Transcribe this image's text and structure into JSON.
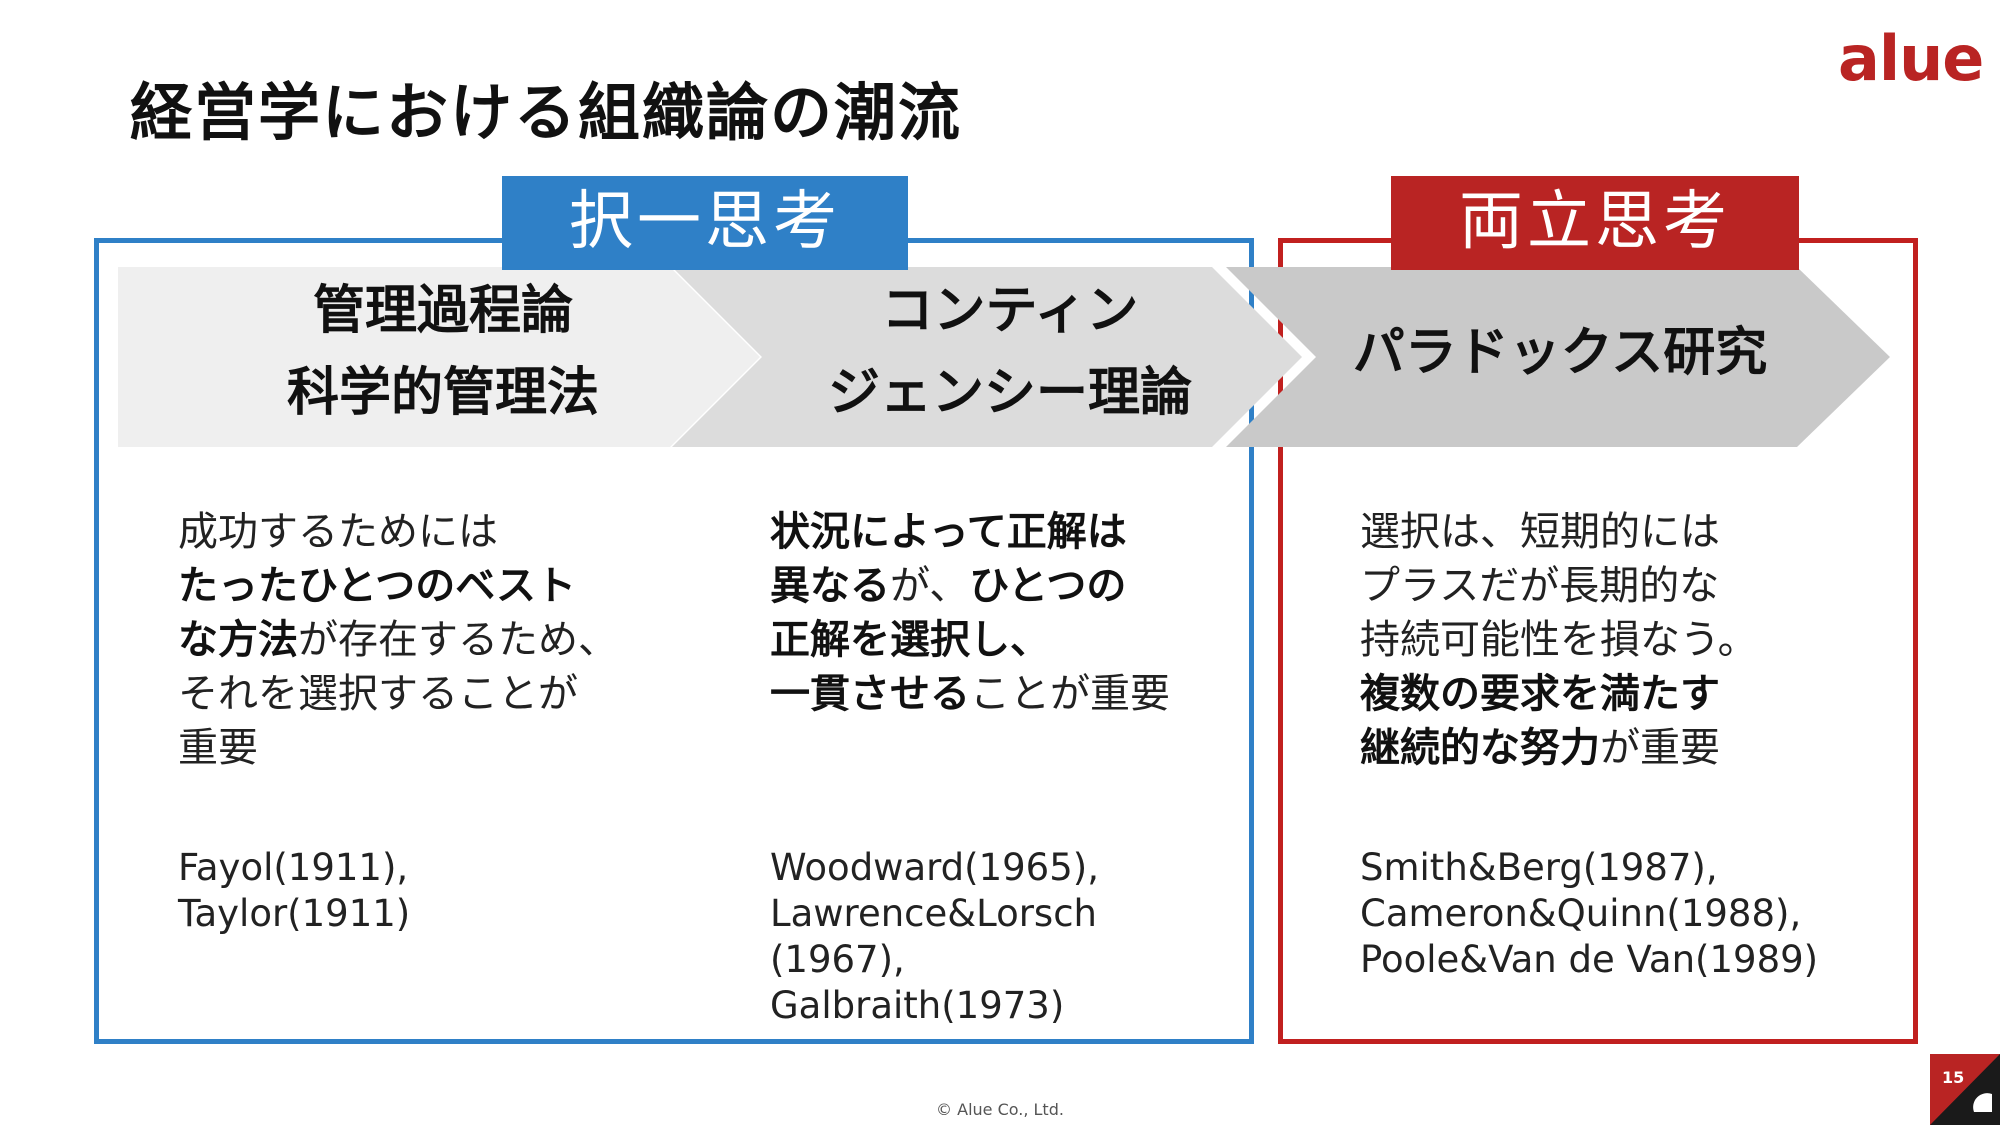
{
  "slide": {
    "title": "経営学における組織論の潮流",
    "logo": "alue",
    "brand_color": "#b92423",
    "accent_blue": "#2f80c7",
    "footer": "© Alue Co., Ltd.",
    "page_number": "15"
  },
  "groups": {
    "either_or": {
      "label": "択一思考"
    },
    "both_and": {
      "label": "両立思考"
    }
  },
  "stages": [
    {
      "title_lines": [
        "管理過程論",
        "科学的管理法"
      ],
      "description": [
        [
          {
            "t": "成功するためには",
            "b": false
          }
        ],
        [
          {
            "t": "たったひとつのベスト",
            "b": true
          }
        ],
        [
          {
            "t": "な方法",
            "b": true
          },
          {
            "t": "が存在するため、",
            "b": false
          }
        ],
        [
          {
            "t": "それを選択することが",
            "b": false
          }
        ],
        [
          {
            "t": "重要",
            "b": false
          }
        ]
      ],
      "references": [
        "Fayol(1911),",
        "Taylor(1911)"
      ]
    },
    {
      "title_lines": [
        "コンティン",
        "ジェンシー理論"
      ],
      "description": [
        [
          {
            "t": "状況によって正解は",
            "b": true
          }
        ],
        [
          {
            "t": "異なる",
            "b": true
          },
          {
            "t": "が、",
            "b": false
          },
          {
            "t": "ひとつの",
            "b": true
          }
        ],
        [
          {
            "t": "正解を選択し、",
            "b": true
          }
        ],
        [
          {
            "t": "一貫させる",
            "b": true
          },
          {
            "t": "ことが重要",
            "b": false
          }
        ]
      ],
      "references": [
        "Woodward(1965),",
        "Lawrence&Lorsch",
        "(1967),",
        "Galbraith(1973)"
      ]
    },
    {
      "title_lines": [
        "パラドックス研究"
      ],
      "description": [
        [
          {
            "t": "選択は、短期的には",
            "b": false
          }
        ],
        [
          {
            "t": "プラスだが長期的な",
            "b": false
          }
        ],
        [
          {
            "t": "持続可能性を損なう。",
            "b": false
          }
        ],
        [
          {
            "t": "複数の要求を満たす",
            "b": true
          }
        ],
        [
          {
            "t": "継続的な努力",
            "b": true
          },
          {
            "t": "が重要",
            "b": false
          }
        ]
      ],
      "references": [
        "Smith&Berg(1987),",
        "Cameron&Quinn(1988),",
        "Poole&Van de Van(1989)"
      ]
    }
  ]
}
